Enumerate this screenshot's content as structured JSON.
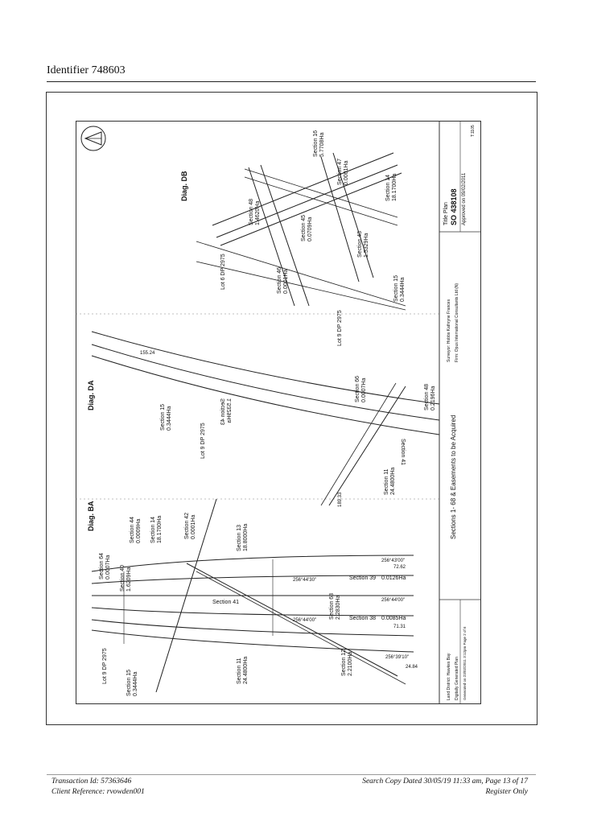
{
  "header": {
    "identifier": "Identifier 748603"
  },
  "footer": {
    "transaction": "Transaction Id: 57363646",
    "client_reference": "Client Reference: rvowden001",
    "search_copy": "Search Copy Dated 30/05/19 11:33 am, Page 13 of 17",
    "register_only": "Register Only"
  },
  "plan": {
    "title": "Sections 1- 68 & Easements to be Acquired",
    "plan_type": "Title Plan",
    "plan_number": "SO 438108",
    "approved": "Approved on 09/02/2011",
    "surveyor": "Surveyor: Hobbs Kathryne Frances",
    "firm": "Firm: Opus International Consultants Ltd (N)",
    "land_district": "Land District: Hawkes Bay",
    "digitally": "Digitally Generated Plan",
    "generated": "Generated on 23/02/2011 3:12pm Page 2 of 6",
    "sheet": "T:1105",
    "diagrams": {
      "db": "Diag. DB",
      "da": "Diag. DA",
      "ba": "Diag. BA"
    },
    "labels": {
      "lot6": "Lot 6 DP 2975",
      "lot9_db": "Lot 9 DP 2975",
      "lot9_da": "Lot 9 DP 2975",
      "lot9_ba": "Lot 9 DP 2975",
      "s16": "Section 16",
      "s16a": "5.7708Ha",
      "s47": "Section 47",
      "s47a": "0.0001Ha",
      "s14": "Section 14",
      "s14a": "18.1700Ha",
      "s48": "Section 48",
      "s48a": "1.4620Ha",
      "s45": "Section 45",
      "s45a": "0.0709Ha",
      "s43": "Section 43",
      "s43a": "1.5329Ha",
      "s46": "Section 46",
      "s46a": "0.0001Ha",
      "s15_db": "Section 15",
      "s15a_db": "0.3444Ha",
      "s15_da": "Section 15",
      "s15a_da": "0.3444Ha",
      "s43_da": "Section 43",
      "s43a_da": "1.5329Ha",
      "s66": "Section 66",
      "s66a": "0.0007Ha",
      "s48_da": "Section 48",
      "s48a_da": "0.2196Ha",
      "s41_da": "Section 41",
      "s11_da": "Section 11",
      "s11a_da": "24.4800Ha",
      "s64": "Section 64",
      "s64a": "0.0007Ha",
      "s44": "Section 44",
      "s44a": "0.0009Ha",
      "s40": "Section 40",
      "s40a": "1.6209Ha",
      "s14_ba": "Section 14",
      "s14a_ba": "18.1700Ha",
      "s42": "Section 42",
      "s42a": "0.0001Ha",
      "s13": "Section 13",
      "s13a": "18.8000Ha",
      "s39": "Section 39",
      "s39a": "0.0126Ha",
      "s63": "Section 63",
      "s63a": "2.2830Ha",
      "s41_ba": "Section 41",
      "s38": "Section 38",
      "s38a": "0.0085Ha",
      "s11_ba": "Section 11",
      "s11a_ba": "24.4800Ha",
      "s12": "Section 12",
      "s12a": "2.2100Ha",
      "s15_ba": "Section 15",
      "s15a_ba": "0.3444Ha",
      "b1": "256°43'00\"",
      "b2": "72.62",
      "b3": "256°44'30\"",
      "b4": "256°44'00\"",
      "b5": "256°44'00\"",
      "b6": "71.31",
      "b7": "256°39'10\"",
      "b8": "24.84",
      "b9": "189.33",
      "b10": "155.24"
    }
  }
}
